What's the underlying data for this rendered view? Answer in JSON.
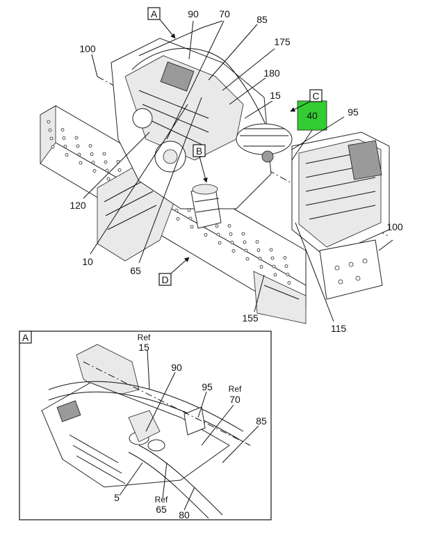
{
  "diagram": {
    "views": {
      "A": "A",
      "B": "B",
      "C": "C",
      "D": "D",
      "detail": "A"
    },
    "highlight": {
      "label": "40",
      "color": "#33cc33"
    },
    "callouts": {
      "c90": "90",
      "c70": "70",
      "c85": "85",
      "c175": "175",
      "c100_left": "100",
      "c180": "180",
      "c15": "15",
      "c95": "95",
      "c120": "120",
      "c10": "10",
      "c65": "65",
      "c100_right": "100",
      "c155": "155",
      "c115": "115"
    },
    "detail_callouts": {
      "ref15_ref": "Ref",
      "ref15_num": "15",
      "d90": "90",
      "d95": "95",
      "ref70_ref": "Ref",
      "ref70_num": "70",
      "d85": "85",
      "d5": "5",
      "ref65_ref": "Ref",
      "ref65_num": "65",
      "d80": "80"
    }
  }
}
